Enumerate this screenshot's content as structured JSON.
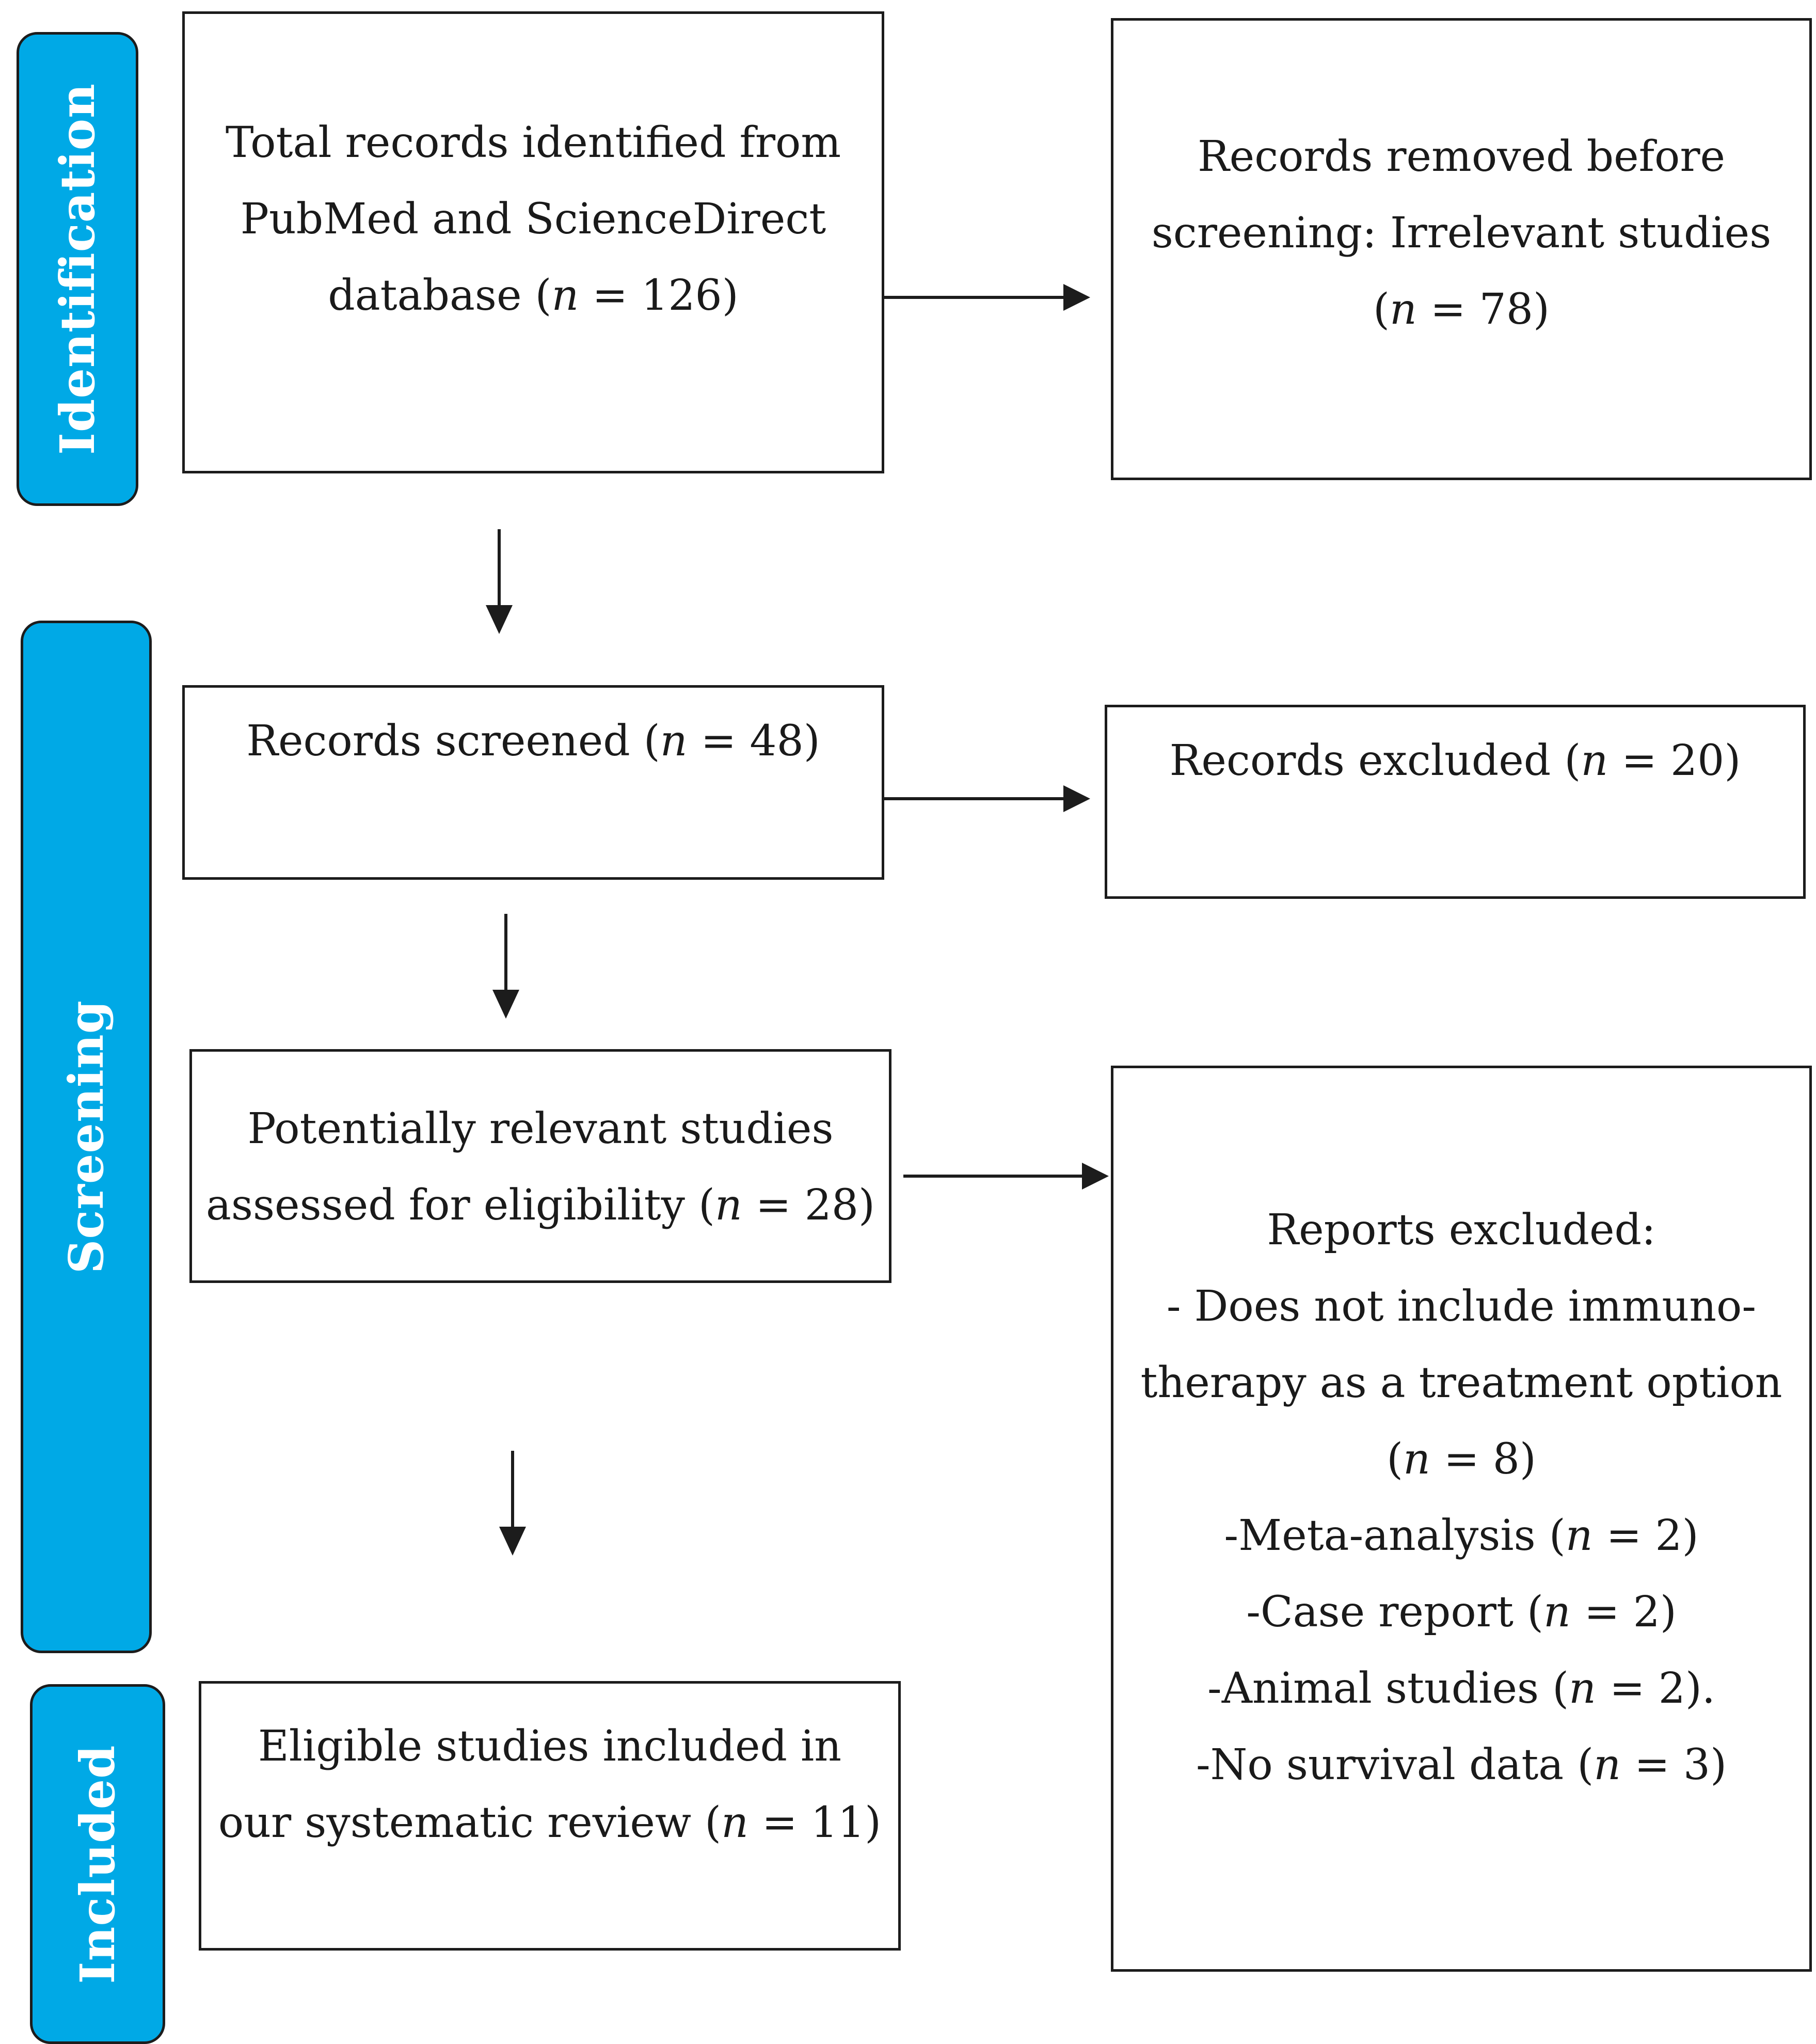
{
  "phases": {
    "identification": "Identification",
    "screening": "Screening",
    "included": "Included"
  },
  "boxes": {
    "total_records": {
      "line1": "Total records identified from",
      "line2": "PubMed and ScienceDirect",
      "line3_pre": "database (",
      "n": "n",
      "line3_post": " = 126)"
    },
    "removed_before_screening": {
      "line1": "Records removed before",
      "line2": "screening: Irrelevant studies",
      "line3_pre": "(",
      "n": "n",
      "line3_post": " = 78)"
    },
    "records_screened": {
      "pre": "Records screened (",
      "n": "n",
      "post": " = 48)"
    },
    "records_excluded": {
      "pre": "Records excluded (",
      "n": "n",
      "post": " = 20)"
    },
    "assessed_eligibility": {
      "line1": "Potentially relevant studies",
      "line2_pre": "assessed for eligibility (",
      "n": "n",
      "line2_post": " = 28)"
    },
    "reports_excluded": {
      "heading": "Reports excluded:",
      "line1": "- Does not include immuno-",
      "line2": "therapy as a treatment option",
      "line3_pre": "(",
      "line3_n": "n",
      "line3_post": " = 8)",
      "items": [
        {
          "pre": "-Meta-analysis (",
          "n": "n",
          "post": " = 2)"
        },
        {
          "pre": "-Case report (",
          "n": "n",
          "post": " = 2)"
        },
        {
          "pre": "-Animal studies (",
          "n": "n",
          "post": " = 2)."
        },
        {
          "pre": "-No survival data (",
          "n": "n",
          "post": " = 3)"
        }
      ]
    },
    "eligible_included": {
      "line1": "Eligible studies included in",
      "line2_pre": "our systematic review (",
      "n": "n",
      "line2_post": " = 11)"
    }
  },
  "colors": {
    "phase_fill": "#00a9e6",
    "stroke": "#1c1c1c",
    "phase_text": "#ffffff"
  }
}
